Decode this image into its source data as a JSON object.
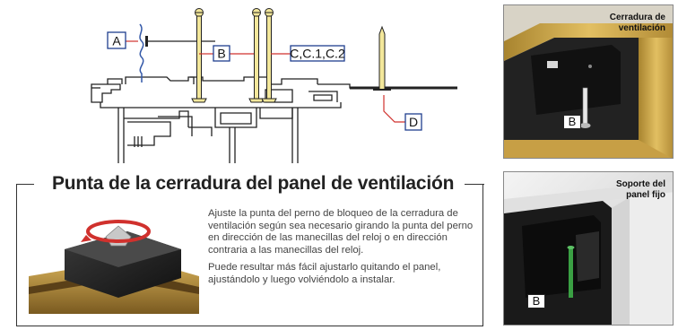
{
  "diagram": {
    "callouts": {
      "a": "A",
      "b": "B",
      "c": "C,C.1,C.2",
      "d": "D"
    }
  },
  "section": {
    "title": "Punta de la cerradura del panel de ventilación",
    "paragraph_1": "Ajuste la punta del perno de bloqueo de la cerradura de ventilación según sea necesario girando la punta del perno en dirección de las manecillas del reloj o en dirección contraria a las manecillas del reloj.",
    "paragraph_2": "Puede resultar más fácil ajustarlo quitando el panel, ajustándolo y luego volviéndolo a instalar."
  },
  "photos": {
    "top": {
      "caption_line1": "Cerradura de",
      "caption_line2": "ventilación",
      "tag": "B"
    },
    "bottom": {
      "caption_line1": "Soporte del",
      "caption_line2": "panel fijo",
      "tag": "B"
    }
  },
  "colors": {
    "callout_line": "#d0312d",
    "callout_box": "#1f3f8f",
    "screw_fill": "#f3e79a",
    "frame_gold": "#c9a443",
    "green_pin": "#3aa043"
  }
}
